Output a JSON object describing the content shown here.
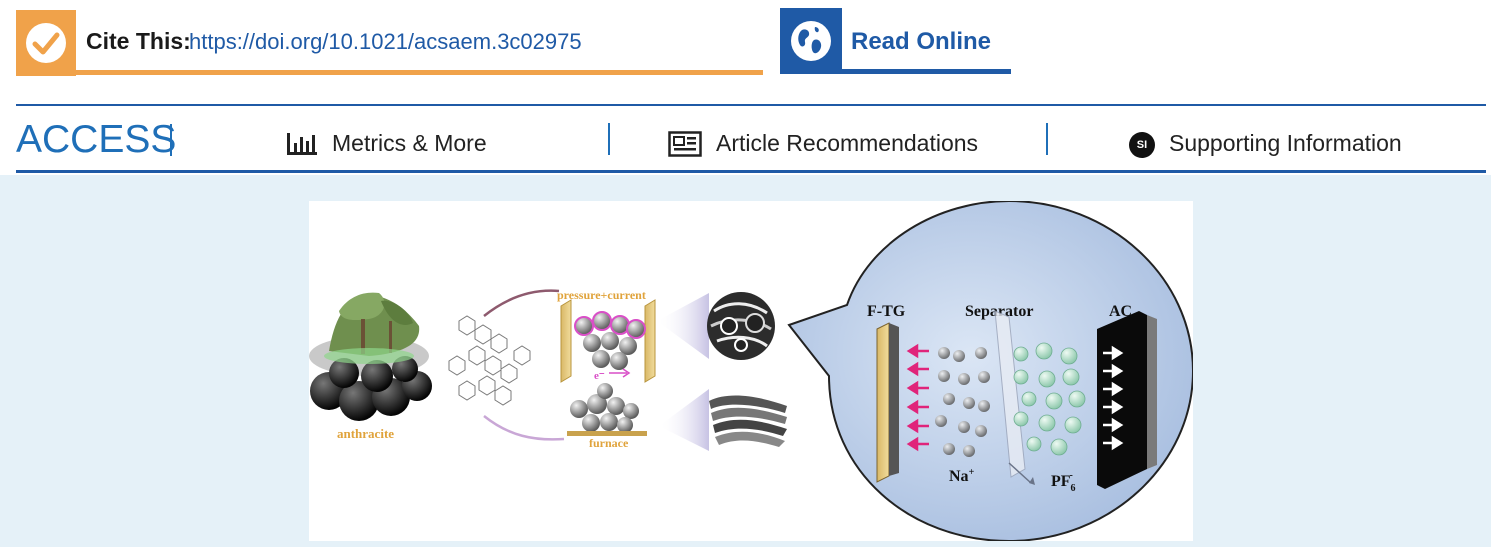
{
  "header": {
    "cite_label": "Cite This:",
    "cite_url": "https://doi.org/10.1021/acsaem.3c02975",
    "read_online_label": "Read Online",
    "icons": {
      "cite": "check-circle-icon",
      "read": "globe-icon"
    },
    "colors": {
      "cite_accent": "#f0a24a",
      "read_accent": "#1f5aa6"
    }
  },
  "access_bar": {
    "access_label": "ACCESS",
    "tabs": [
      {
        "label": "Metrics & More",
        "icon": "bar-chart-icon"
      },
      {
        "label": "Article Recommendations",
        "icon": "newspaper-icon"
      },
      {
        "label": "Supporting Information",
        "icon": "si-icon",
        "icon_text": "SI"
      }
    ],
    "accent_color": "#1f6fb8"
  },
  "graphic": {
    "labels": {
      "anthracite": "anthracite",
      "pressure_current": "pressure+current",
      "electron": "e⁻",
      "furnace": "furnace",
      "ftg": "F-TG",
      "separator": "Separator",
      "ac": "AC",
      "na_base": "Na",
      "na_sup": "+",
      "pf_base": "PF",
      "pf_sub": "6",
      "pf_sup": "-"
    }
  }
}
